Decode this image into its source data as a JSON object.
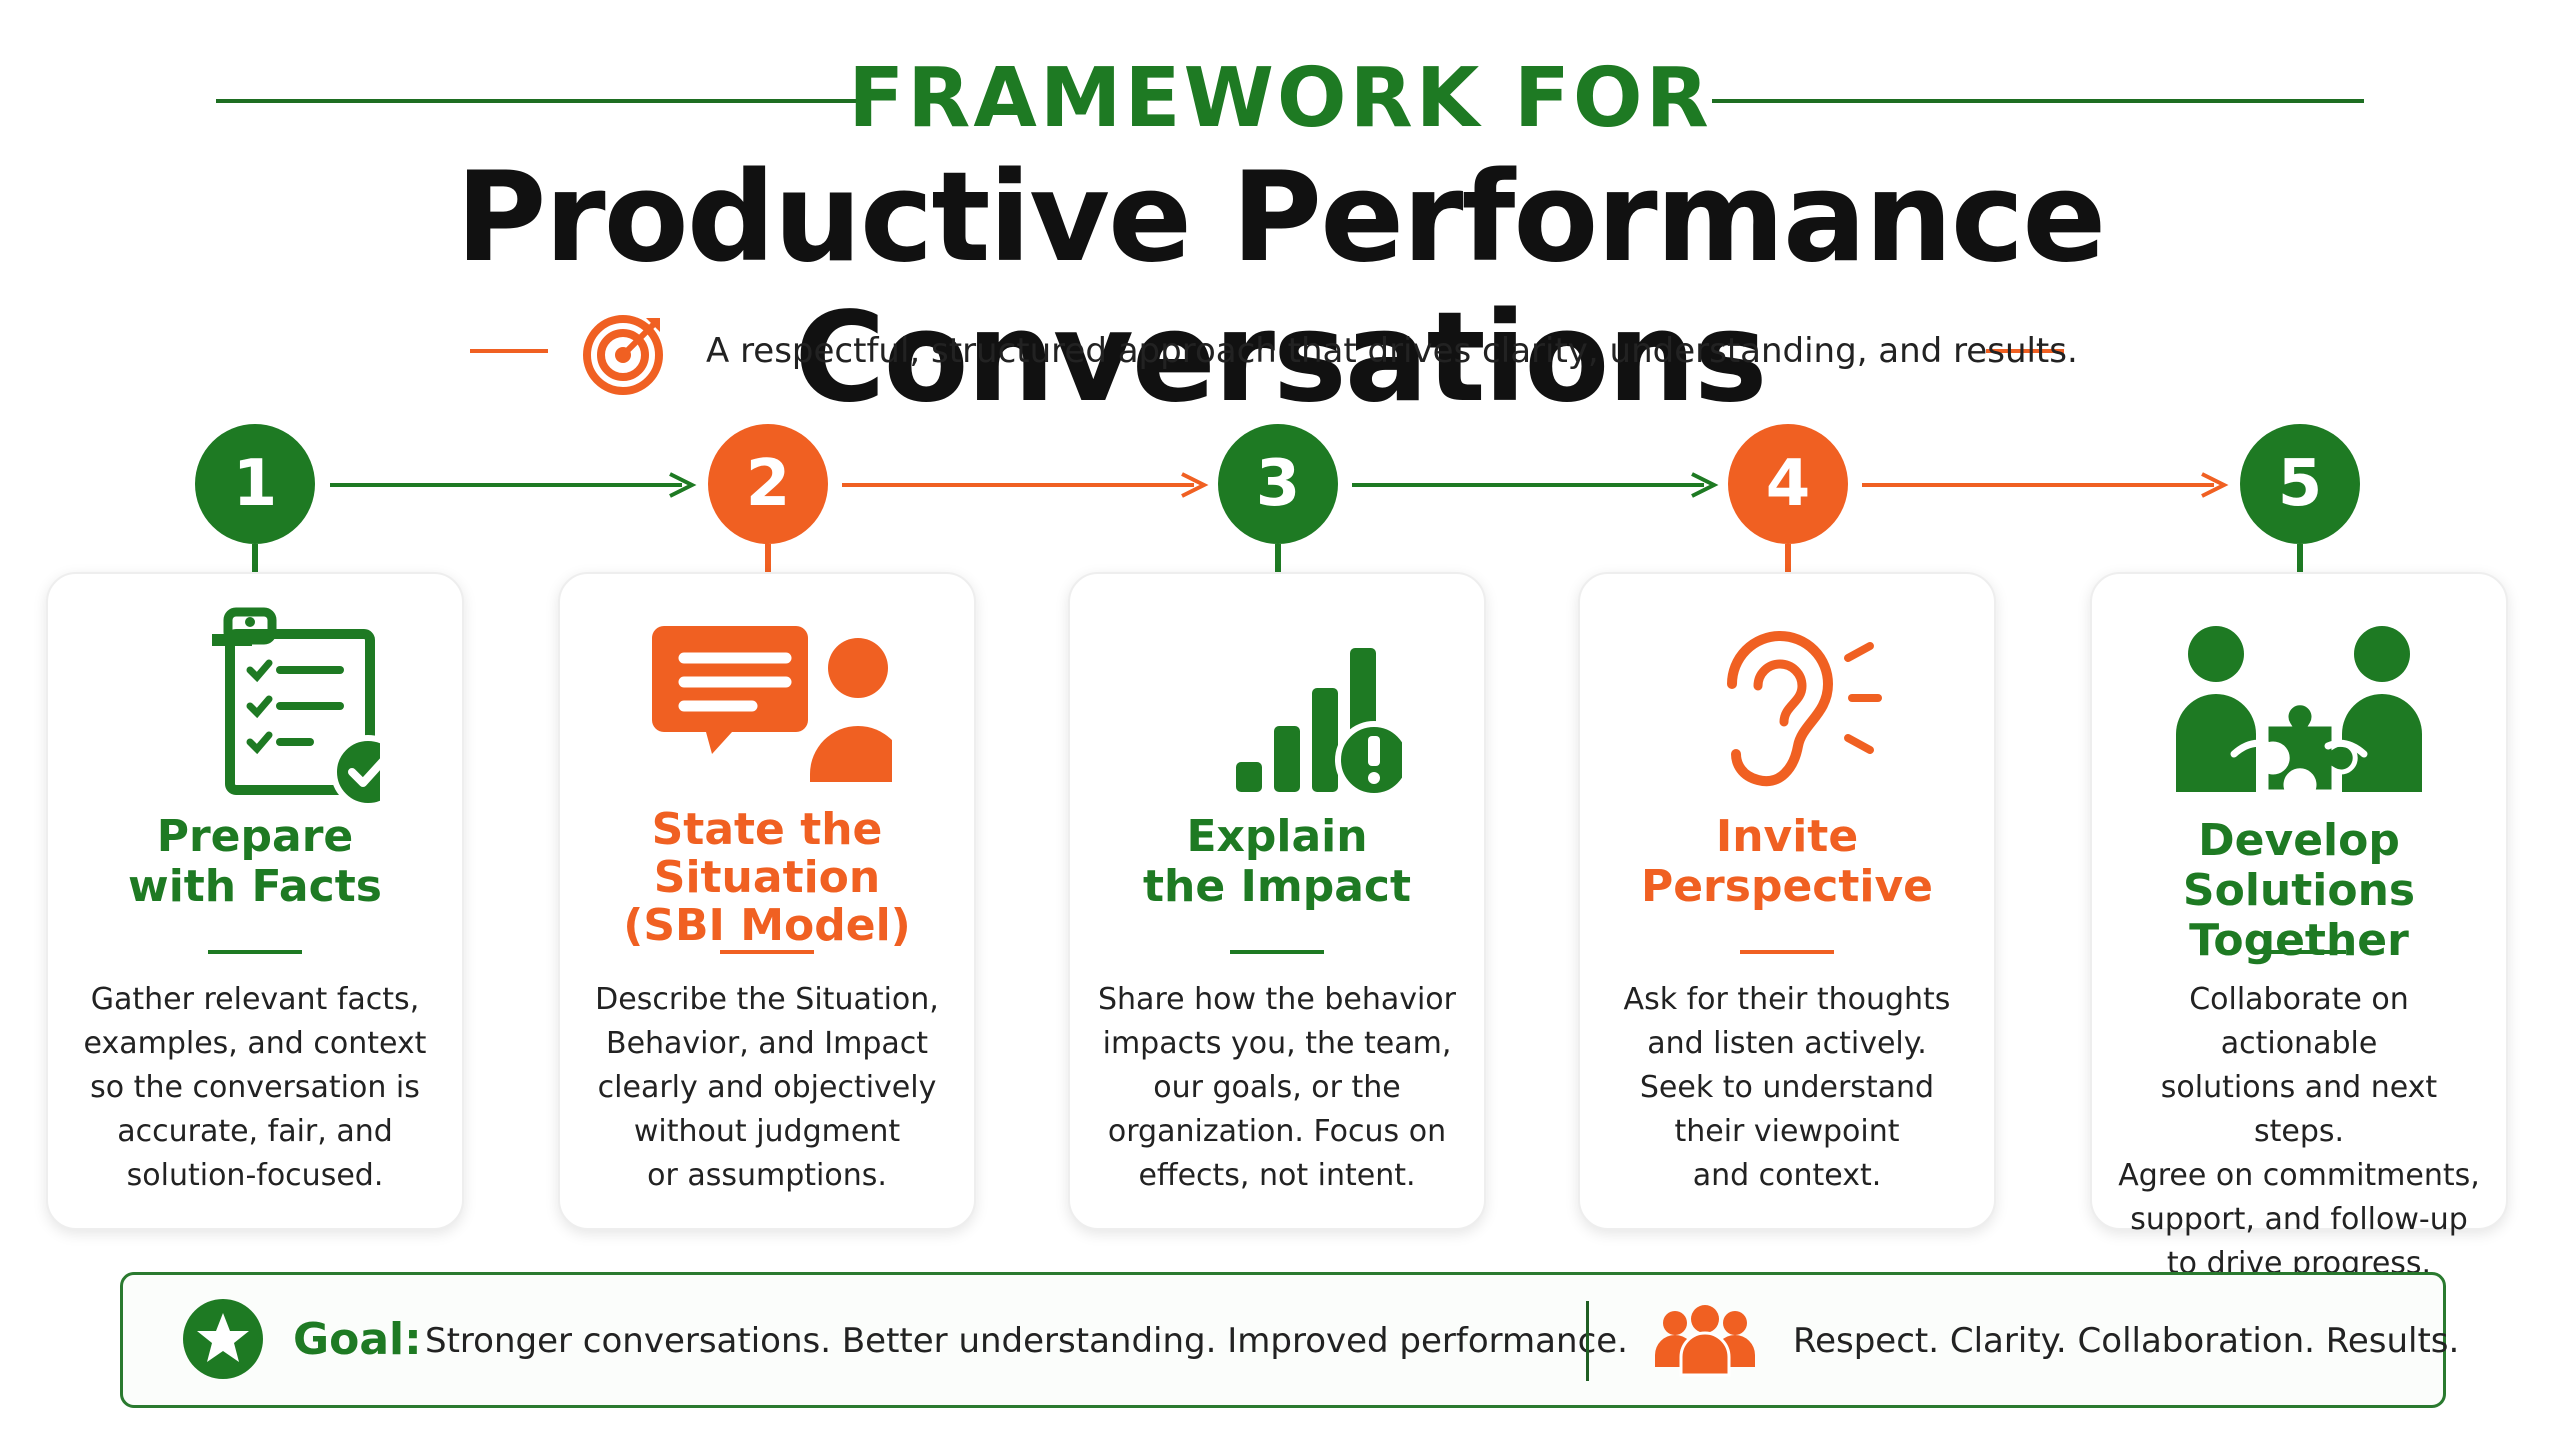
{
  "header": {
    "supertitle": "FRAMEWORK FOR",
    "title": "Productive Performance Conversations",
    "subtitle": "A respectful, structured approach that drives clarity, understanding, and results."
  },
  "colors": {
    "green": "#1e7a23",
    "orange": "#f06022",
    "text": "#222222"
  },
  "steps": [
    {
      "number": "1",
      "icon": "clipboard-checklist-icon",
      "title": "Prepare\nwith Facts",
      "description": "Gather relevant facts,\nexamples, and context\nso the conversation is\naccurate, fair, and\nsolution-focused."
    },
    {
      "number": "2",
      "icon": "chat-bubble-person-icon",
      "title": "State the\nSituation\n(SBI Model)",
      "description": "Describe the Situation,\nBehavior, and Impact\nclearly and objectively\nwithout judgment\nor assumptions."
    },
    {
      "number": "3",
      "icon": "bar-chart-alert-icon",
      "title": "Explain\nthe Impact",
      "description": "Share how the behavior\nimpacts you, the team,\nour goals, or the\norganization. Focus on\neffects, not intent."
    },
    {
      "number": "4",
      "icon": "listening-ear-icon",
      "title": "Invite\nPerspective",
      "description": "Ask for their thoughts\nand listen actively.\nSeek to understand\ntheir viewpoint\nand context."
    },
    {
      "number": "5",
      "icon": "people-puzzle-icon",
      "title": "Develop Solutions\nTogether",
      "description": "Collaborate on actionable\nsolutions and next steps.\nAgree on commitments,\nsupport, and follow-up\nto drive progress."
    }
  ],
  "footer": {
    "goal_label": "Goal:",
    "goal_text": "Stronger conversations. Better understanding. Improved performance.",
    "values_text": "Respect. Clarity. Collaboration. Results."
  }
}
